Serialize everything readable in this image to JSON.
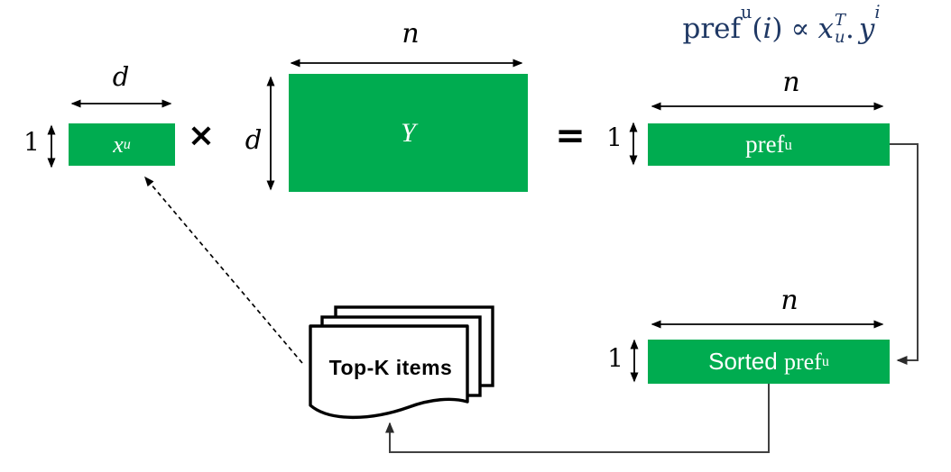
{
  "formula": {
    "func": "pref",
    "func_sub": "u",
    "arg_open": "(",
    "arg": "i",
    "arg_close": ")",
    "relation": "∝",
    "lhs_var": "x",
    "lhs_sup": "T",
    "lhs_sub": "u",
    "dot": ".",
    "rhs_var": "y",
    "rhs_sub": "i"
  },
  "matrices": {
    "xu": {
      "label_main": "x",
      "label_sub": "u",
      "width_label": "d",
      "height_label": "1"
    },
    "y": {
      "label_main": "Y",
      "width_label": "n",
      "height_label": "d"
    },
    "pref": {
      "label_main": "pref",
      "label_sub": "u",
      "width_label": "n",
      "height_label": "1"
    },
    "sorted": {
      "label_prefix": "Sorted ",
      "label_main": "pref",
      "label_sub": "u",
      "width_label": "n",
      "height_label": "1"
    }
  },
  "operators": {
    "multiply": "×",
    "equals": "="
  },
  "document_stack": {
    "label": "Top-K items"
  },
  "colors": {
    "matrix_fill": "#00AC50",
    "matrix_text": "#FFFFFF",
    "formula_text": "#1F3864",
    "connector": "#404040",
    "dimension_lines": "#000000",
    "background": "#FFFFFF"
  }
}
